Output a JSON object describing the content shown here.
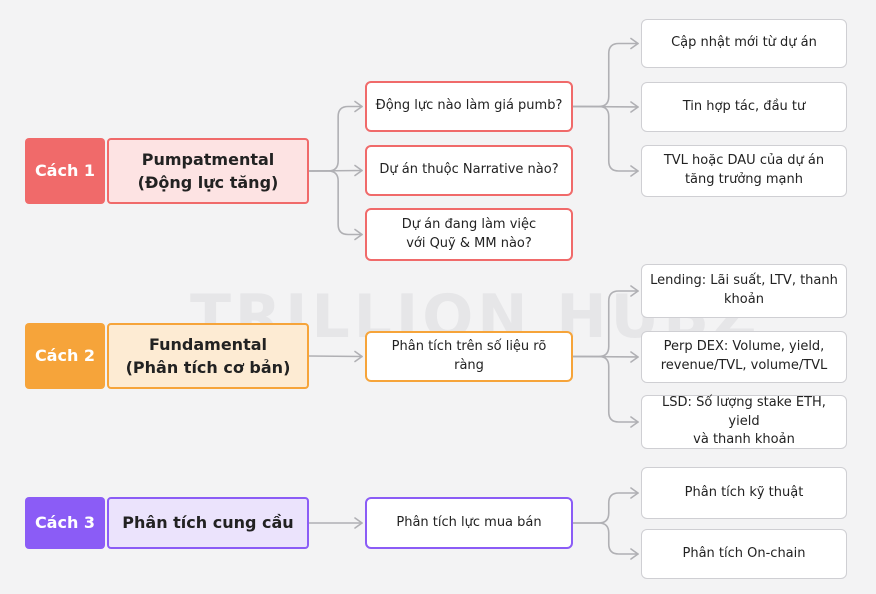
{
  "watermark": "TRILLION HUBZ",
  "colors": {
    "red": "#f06a6a",
    "red_fill": "#fde3e3",
    "orange": "#f6a43a",
    "orange_fill": "#fdebd3",
    "purple": "#8b5cf6",
    "purple_fill": "#ebe3fc",
    "connector": "#b0b0b4"
  },
  "methods": [
    {
      "tag": "Cách 1",
      "title": "Pumpatmental\n(Động lực tăng)",
      "questions": [
        "Động lực nào làm giá pumb?",
        "Dự án thuộc Narrative nào?",
        "Dự án đang làm việc\nvới Quỹ & MM nào?"
      ],
      "details": [
        "Cập nhật mới từ dự án",
        "Tin hợp tác, đầu tư",
        "TVL hoặc DAU của dự án\ntăng trưởng mạnh"
      ]
    },
    {
      "tag": "Cách 2",
      "title": "Fundamental\n(Phân tích cơ bản)",
      "questions": [
        "Phân tích trên số liệu rõ ràng"
      ],
      "details": [
        "Lending: Lãi suất, LTV, thanh\nkhoản",
        "Perp DEX: Volume, yield,\nrevenue/TVL, volume/TVL",
        "LSD: Số lượng stake ETH, yield\nvà thanh khoản"
      ]
    },
    {
      "tag": "Cách 3",
      "title": "Phân tích cung cầu",
      "questions": [
        "Phân tích lực mua bán"
      ],
      "details": [
        "Phân tích kỹ thuật",
        "Phân tích On-chain"
      ]
    }
  ]
}
